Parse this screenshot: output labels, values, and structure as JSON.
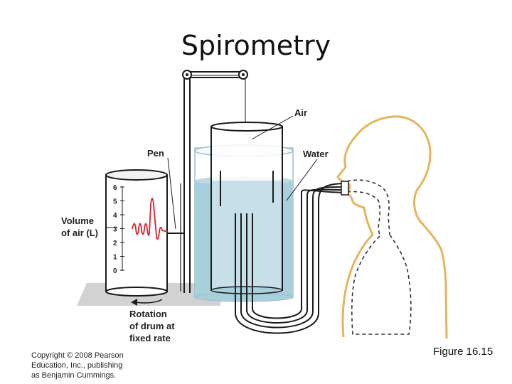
{
  "title": "Spirometry",
  "labels": {
    "air": "Air",
    "water": "Water",
    "pen": "Pen",
    "volume_line1": "Volume",
    "volume_line2": "of air (L)",
    "rotation_line1": "Rotation",
    "rotation_line2": "of drum at",
    "rotation_line3": "fixed rate"
  },
  "scale_ticks": [
    "6",
    "5",
    "4",
    "3",
    "2",
    "1",
    "0"
  ],
  "copyright": [
    "Copyright © 2008 Pearson",
    "Education, Inc., publishing",
    "as Benjamin Cummings."
  ],
  "figure": "Figure 16.15",
  "colors": {
    "water": "#a8cfdc",
    "body_outline": "#e6b45c",
    "trace": "#e02030",
    "shadow": "#d2d2d2"
  }
}
